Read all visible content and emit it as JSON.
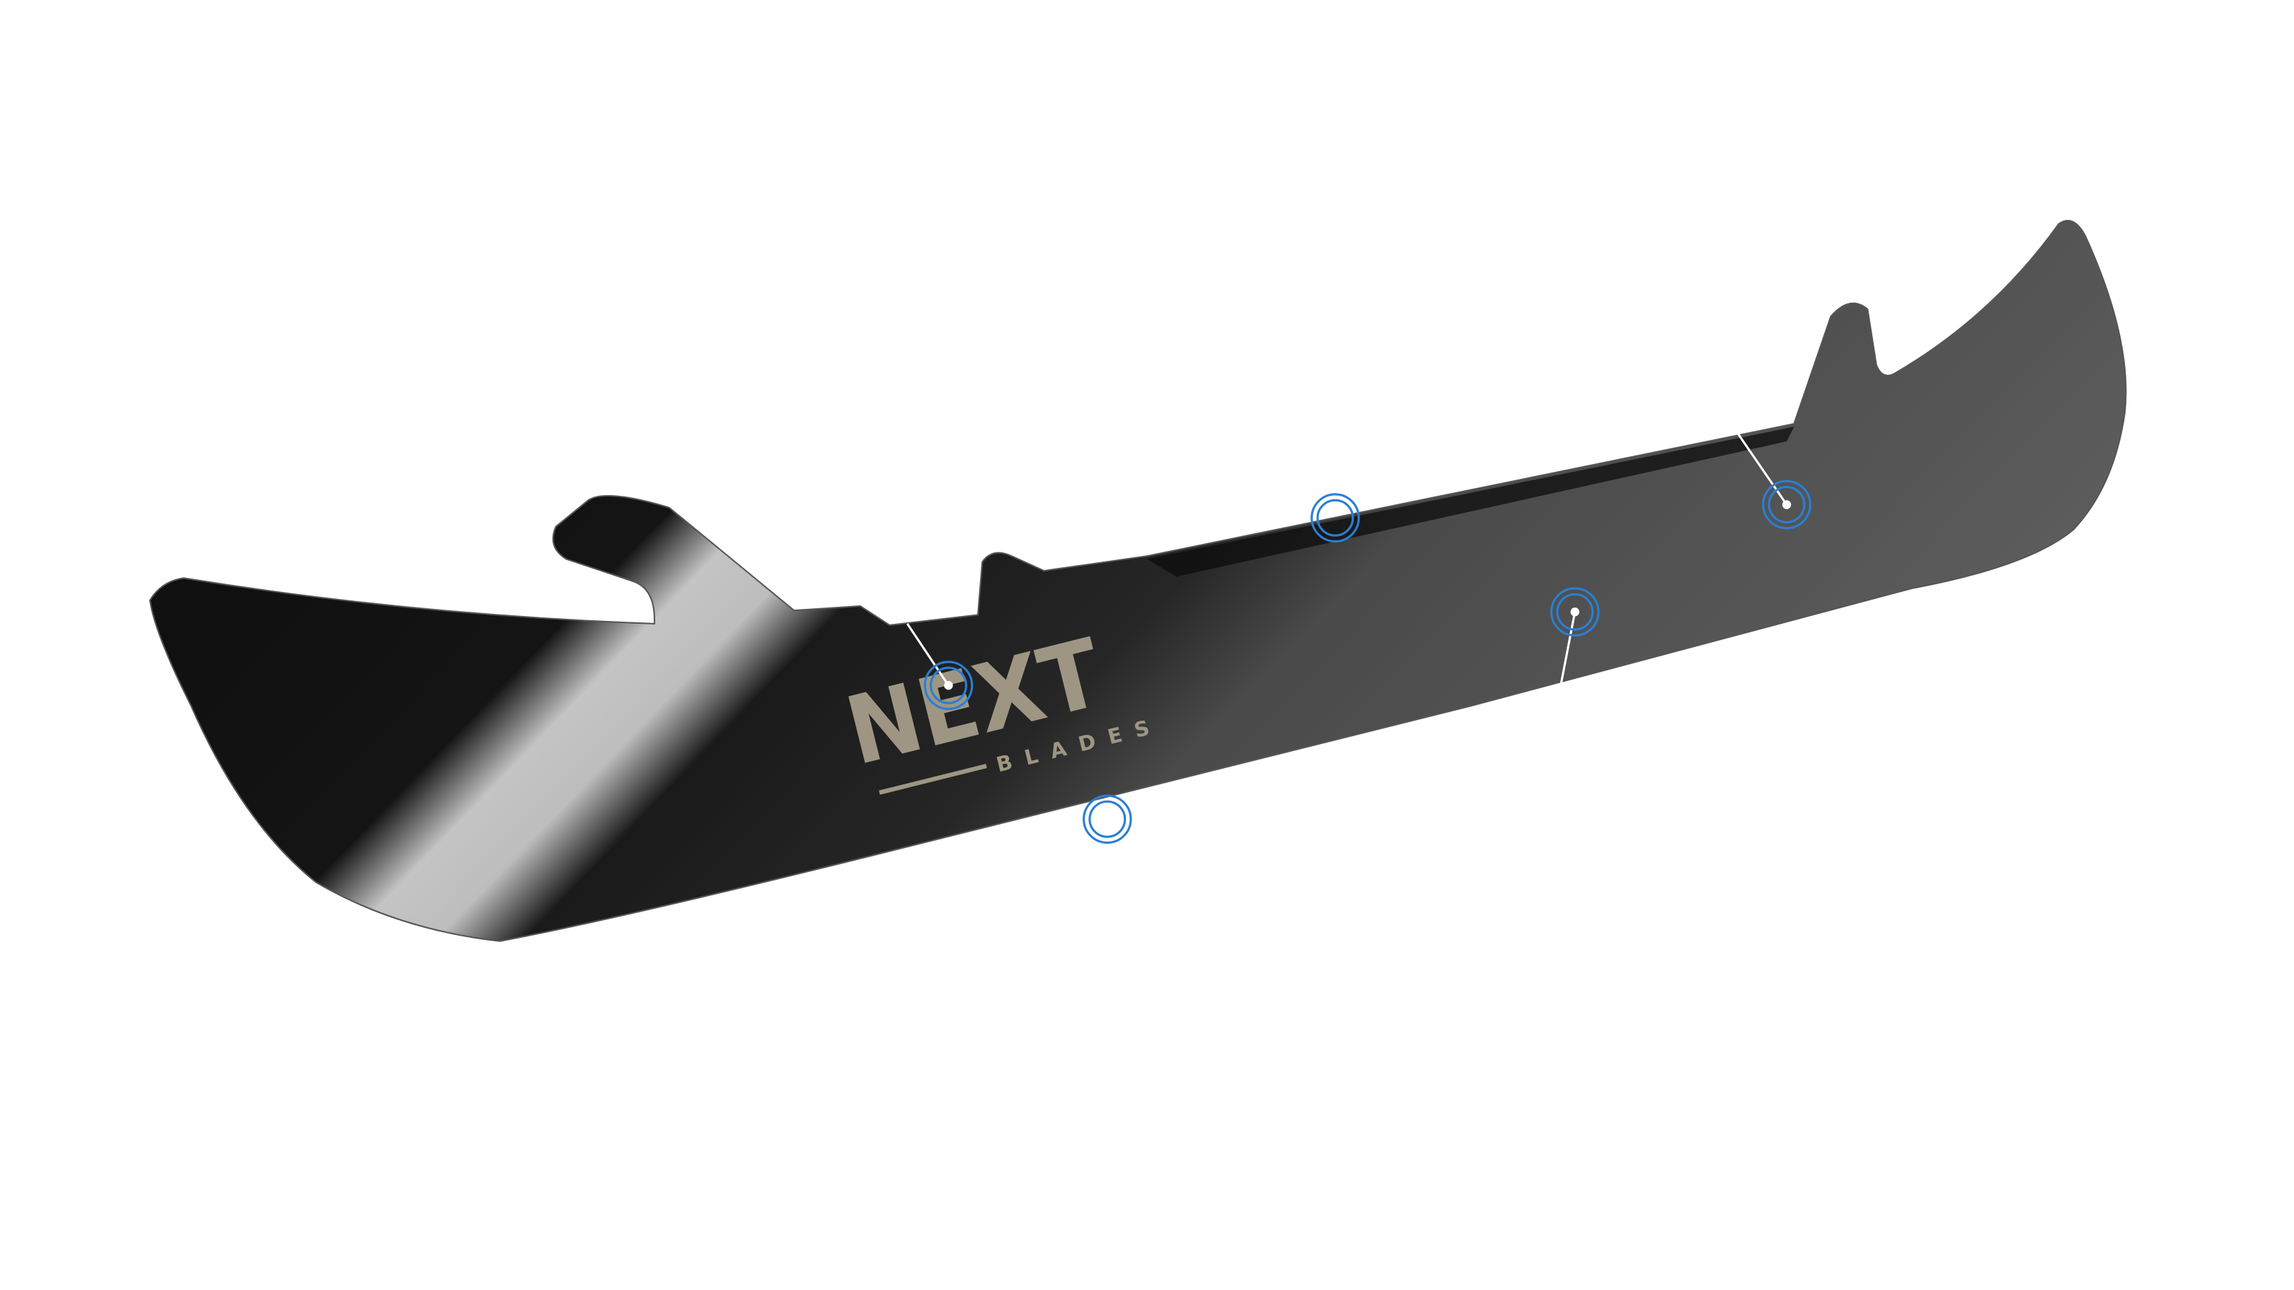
{
  "product": {
    "logo": {
      "wordmark": "NEXT",
      "subtitle": "BLADES"
    },
    "logo_color": "#9e9683",
    "blade_color": "#141414",
    "hotspot_color": "#2a7fd4"
  },
  "hotspots": [
    {
      "id": "logo-area"
    },
    {
      "id": "bottom-edge"
    },
    {
      "id": "top-edge"
    },
    {
      "id": "mid-blade"
    },
    {
      "id": "rear-blade"
    }
  ]
}
